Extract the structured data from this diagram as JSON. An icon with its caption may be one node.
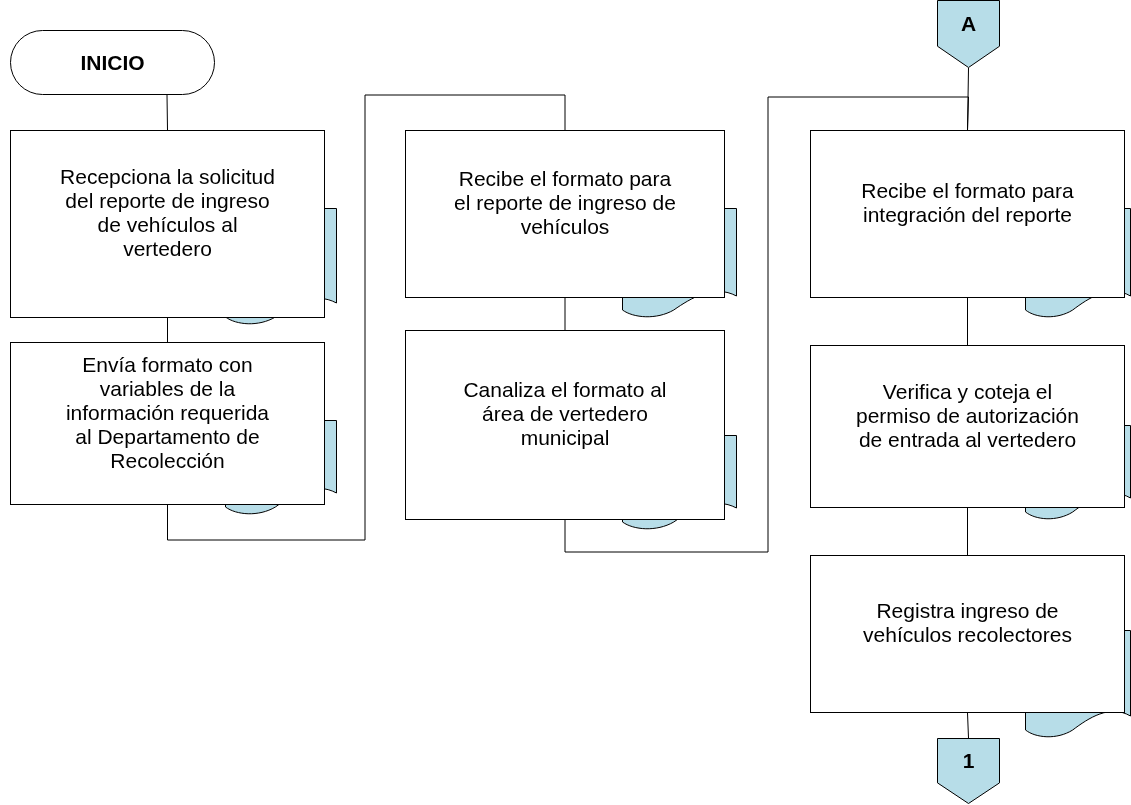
{
  "diagram": {
    "nodes": [
      {
        "text": [
          "INICIO"
        ]
      },
      {
        "text": [
          "Recepciona la solicitud del reporte de ingreso de vehículos al vertedero"
        ]
      },
      {
        "text": [
          "Envía formato con variables de la información requerida al Departamento de Recolección"
        ]
      },
      {
        "text": [
          "Recibe el formato para el reporte de ingreso de vehículos"
        ]
      },
      {
        "text": [
          "Canaliza el formato al área de vertedero municipal"
        ]
      },
      {
        "text": [
          "A"
        ]
      },
      {
        "text": [
          "Recibe el formato para integración del reporte"
        ]
      },
      {
        "text": [
          "Verifica y coteja el permiso de autorización de entrada al vertedero"
        ]
      },
      {
        "text": [
          "Registra ingreso de vehículos recolectores"
        ]
      },
      {
        "text": [
          "1"
        ]
      },
      {
        "text": [],
        "shape": "document"
      },
      {
        "text": [],
        "shape": "document"
      },
      {
        "text": [],
        "shape": "document"
      },
      {
        "text": [],
        "shape": "document"
      },
      {
        "text": [],
        "shape": "document"
      },
      {
        "text": [],
        "shape": "document"
      },
      {
        "text": [],
        "shape": "document"
      }
    ],
    "edges": [
      {
        "from": 0,
        "to": 1,
        "arrow": "none"
      },
      {
        "from": 1,
        "to": 2,
        "arrow": "none"
      },
      {
        "from": 2,
        "to": 3,
        "arrow": "none"
      },
      {
        "from": 3,
        "to": 4,
        "arrow": "none"
      },
      {
        "from": 4,
        "to": 6,
        "arrow": "none"
      },
      {
        "from": 5,
        "to": 6,
        "arrow": "none"
      },
      {
        "from": 6,
        "to": 7,
        "arrow": "none"
      },
      {
        "from": 7,
        "to": 8,
        "arrow": "none"
      },
      {
        "from": 8,
        "to": 9,
        "arrow": "none"
      }
    ]
  }
}
